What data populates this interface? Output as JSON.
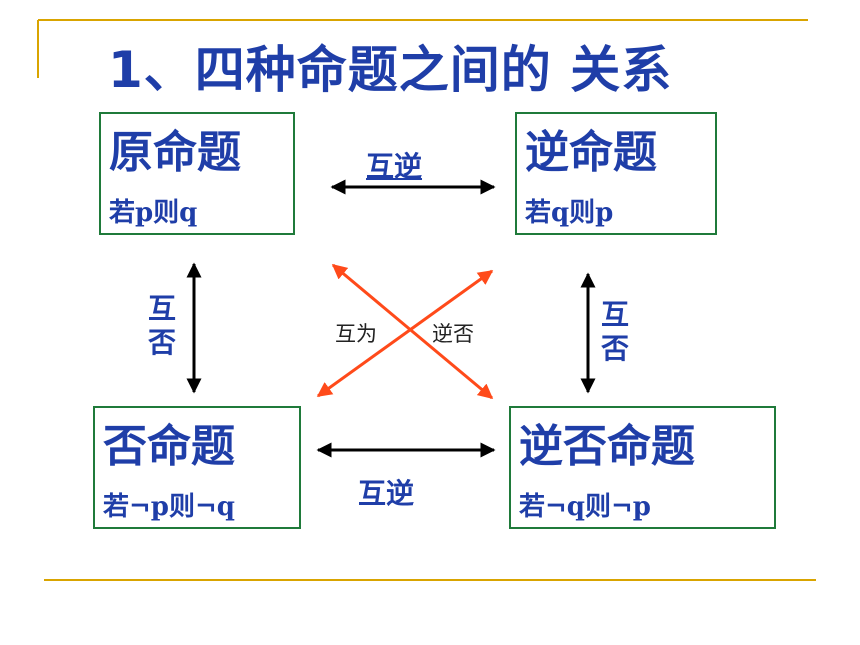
{
  "title": "1、四种命题之间的 关系",
  "boxes": {
    "original": {
      "head": "原命题",
      "sub": "若p则q"
    },
    "converse": {
      "head": "逆命题",
      "sub": "若q则p"
    },
    "inverse": {
      "head": "否命题",
      "sub": "若¬p则¬q"
    },
    "contrapositive": {
      "head": "逆否命题",
      "sub": "若¬q则¬p"
    }
  },
  "relations": {
    "top": "互逆",
    "bottom": "互逆",
    "left": [
      "互",
      "否"
    ],
    "right": [
      "互",
      "否"
    ],
    "diagonal_left": "互为",
    "diagonal_right": "逆否"
  },
  "colors": {
    "text": "#1f3ea8",
    "box_border": "#1f7a3a",
    "rule": "#d9a400",
    "cross_arrow": "#ff4a1a",
    "arrow": "#000000"
  }
}
